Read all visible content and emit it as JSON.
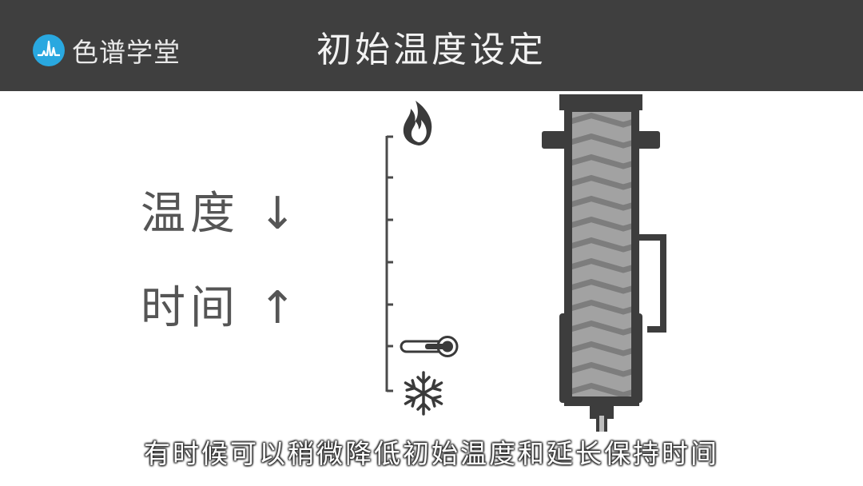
{
  "header": {
    "logo_text": "色谱学堂",
    "title": "初始温度设定"
  },
  "labels": {
    "temperature": "温度",
    "temperature_arrow": "↓",
    "time": "时间",
    "time_arrow": "↑"
  },
  "icons": {
    "logo": "chromatogram-peaks-icon",
    "top_of_scale": "flame-icon",
    "middle_of_scale": "thermometer-icon",
    "bottom_of_scale": "snowflake-icon",
    "column": "chromatography-column-icon"
  },
  "subtitle": "有时候可以稍微降低初始温度和延长保持时间",
  "colors": {
    "header_bg": "#3f3f3f",
    "logo_circle": "#29a8e0",
    "label_text": "#555555",
    "column_dark": "#3d3d3d",
    "column_packing": "#9a9a9a"
  }
}
